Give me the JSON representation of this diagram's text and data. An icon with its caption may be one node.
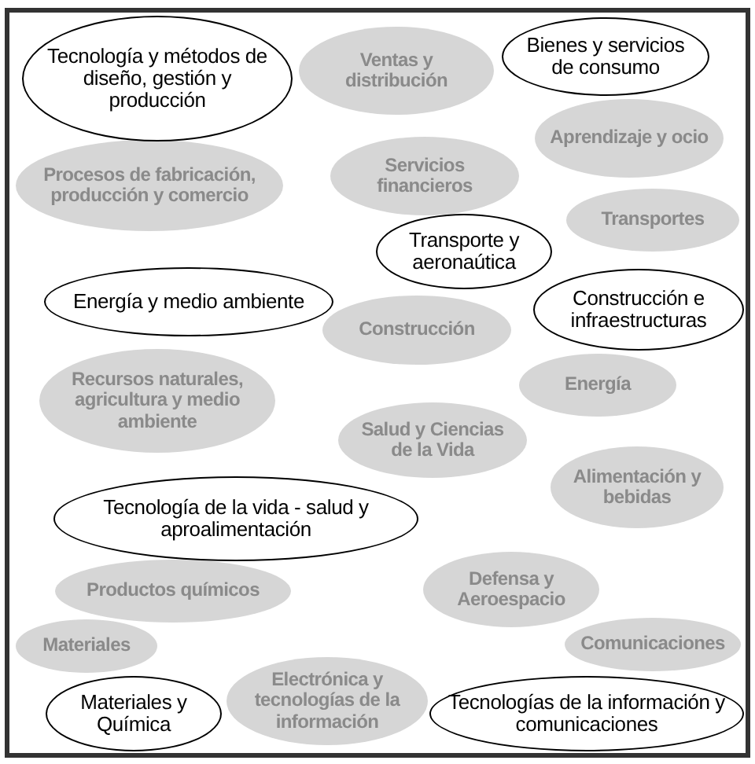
{
  "diagram": {
    "nodes": [
      {
        "text": [
          "Tecnología y métodos de diseño, gestión y producción"
        ]
      },
      {
        "text": [
          "Ventas y distribución"
        ]
      },
      {
        "text": [
          "Bienes y servicios de consumo"
        ]
      },
      {
        "text": [
          "Aprendizaje y ocio"
        ]
      },
      {
        "text": [
          "Servicios financieros"
        ]
      },
      {
        "text": [
          "Procesos de fabricación, producción y comercio"
        ]
      },
      {
        "text": [
          "Transporte y aeronaútica"
        ]
      },
      {
        "text": [
          "Transportes"
        ]
      },
      {
        "text": [
          "Energía y medio ambiente"
        ]
      },
      {
        "text": [
          "Construcción e infraestructuras"
        ]
      },
      {
        "text": [
          "Construcción"
        ]
      },
      {
        "text": [
          "Energía"
        ]
      },
      {
        "text": [
          "Recursos naturales, agricultura y medio ambiente"
        ]
      },
      {
        "text": [
          "Salud y Ciencias de la Vida"
        ]
      },
      {
        "text": [
          "Tecnología de la vida - salud y aproalimentación"
        ]
      },
      {
        "text": [
          "Alimentación y bebidas"
        ]
      },
      {
        "text": [
          "Productos químicos"
        ]
      },
      {
        "text": [
          "Defensa y Aeroespacio"
        ]
      },
      {
        "text": [
          "Materiales"
        ]
      },
      {
        "text": [
          "Comunicaciones"
        ]
      },
      {
        "text": [
          "Electrónica y tecnologías de la información"
        ]
      },
      {
        "text": [
          "Materiales y Química"
        ]
      },
      {
        "text": [
          "Tecnologías de la información y comunicaciones"
        ]
      }
    ]
  }
}
